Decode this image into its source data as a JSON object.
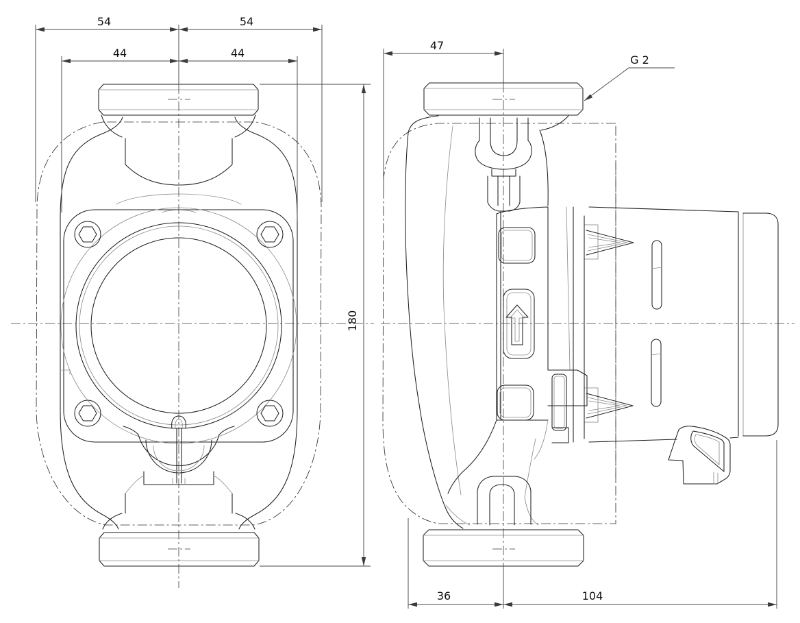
{
  "drawing": {
    "kind": "pump-dimensional-drawing",
    "views": [
      "front-view",
      "side-view"
    ]
  },
  "dimensions": {
    "front": {
      "outer_half_left": "54",
      "outer_half_right": "54",
      "inner_half_left": "44",
      "inner_half_right": "44",
      "overall_height": "180"
    },
    "side": {
      "head_depth": "47",
      "connection_thread": "G 2",
      "front_depth": "36",
      "motor_depth": "104"
    }
  }
}
